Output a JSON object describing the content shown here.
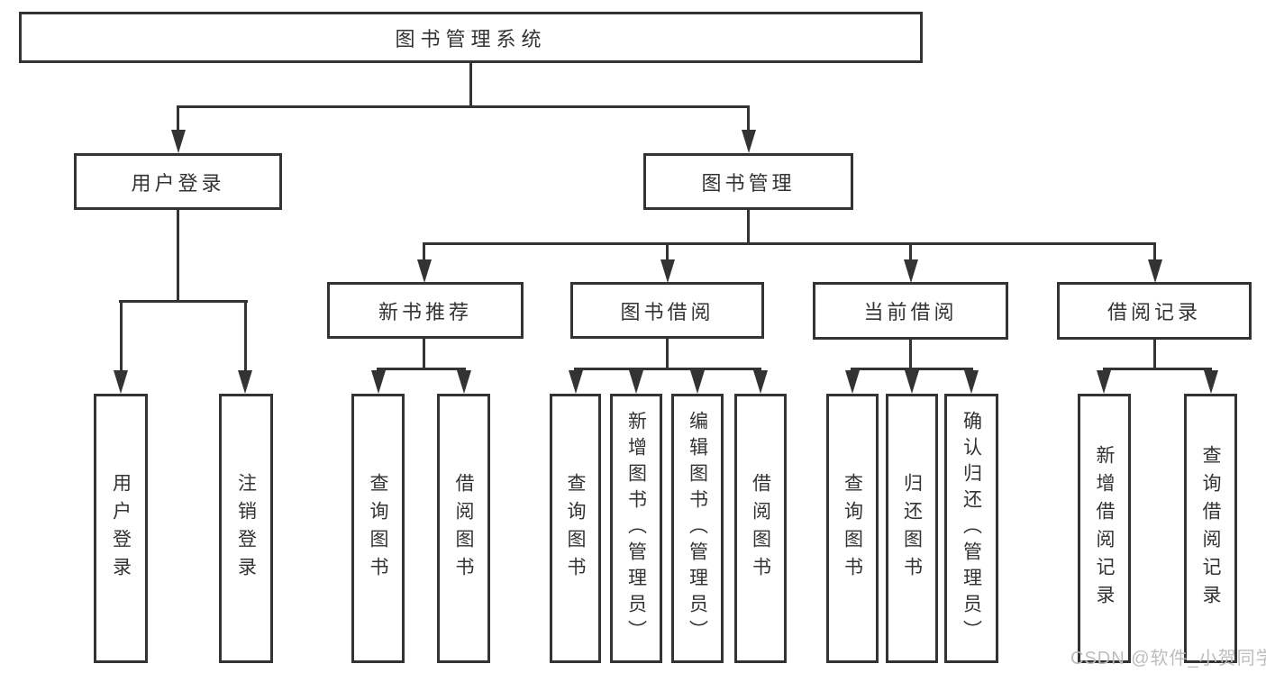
{
  "diagram": {
    "root_label": "图书管理系统",
    "level2": [
      {
        "label": "用户登录"
      },
      {
        "label": "图书管理"
      }
    ],
    "level3": [
      {
        "label": "新书推荐"
      },
      {
        "label": "图书借阅"
      },
      {
        "label": "当前借阅"
      },
      {
        "label": "借阅记录"
      }
    ],
    "leaves": {
      "user": [
        "用户登录",
        "注销登录"
      ],
      "newbook": [
        "查询图书",
        "借阅图书"
      ],
      "borrow": [
        "查询图书",
        "新增图书（管理员）",
        "编辑图书（管理员）",
        "借阅图书"
      ],
      "current": [
        "查询图书",
        "归还图书",
        "确认归还（管理员）"
      ],
      "records": [
        "新增借阅记录",
        "查询借阅记录"
      ]
    }
  },
  "watermark": {
    "text": "CSDN @软件_小贺同学"
  },
  "colors": {
    "line": "#333333",
    "text": "#333333",
    "watermark": "#bdbdbd",
    "background": "#ffffff"
  }
}
